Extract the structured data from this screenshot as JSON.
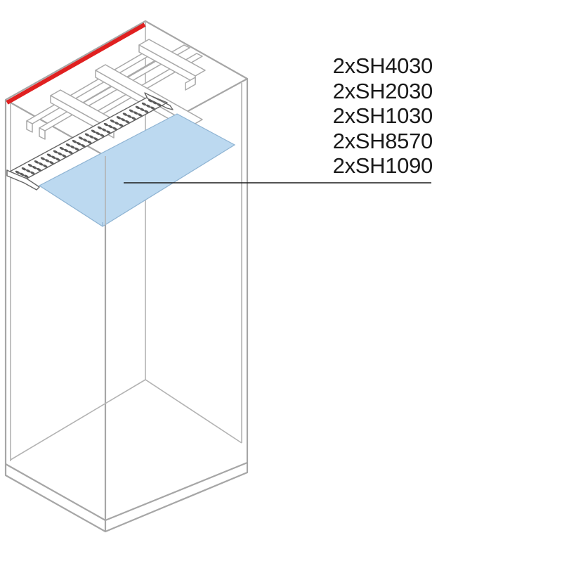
{
  "diagram": {
    "part_labels": [
      "2xSH4030",
      "2xSH2030",
      "2xSH1030",
      "2xSH8570",
      "2xSH1090"
    ],
    "colors": {
      "frame": "#a6a6a6",
      "top_edge_highlight": "#e02020",
      "mounting_plate": "#bcd9f0",
      "leader_line": "#1a1a1a"
    }
  }
}
